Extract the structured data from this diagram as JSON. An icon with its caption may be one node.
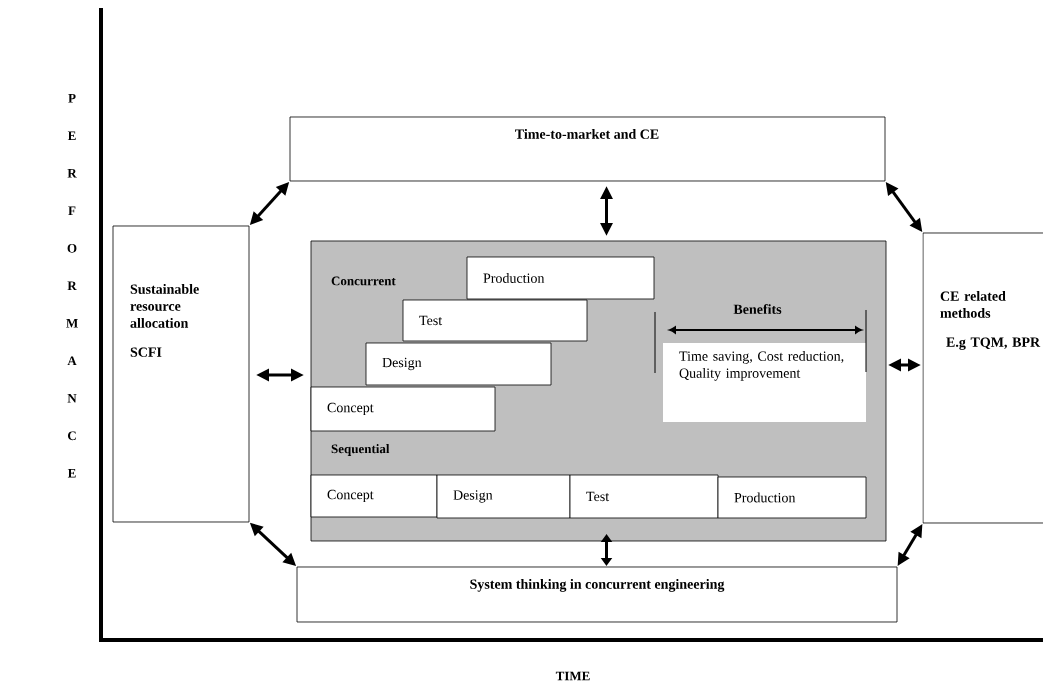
{
  "diagram": {
    "nodes": [
      {
        "text": [
          "Time-to-market and CE"
        ]
      },
      {
        "text": [
          "Sustainable resource allocation",
          "SCFI"
        ]
      },
      {
        "text": [
          "CE related methods",
          "E.g TQM, BPR"
        ]
      },
      {
        "text": [
          "Concurrent",
          "Sequential"
        ]
      },
      {
        "text": [
          "Production"
        ],
        "in": 3
      },
      {
        "text": [
          "Test"
        ],
        "in": 3
      },
      {
        "text": [
          "Design"
        ],
        "in": 3
      },
      {
        "text": [
          "Concept"
        ],
        "in": 3
      },
      {
        "text": [
          "Benefits",
          "Time saving, Cost reduction, Quality improvement"
        ],
        "in": 3
      },
      {
        "text": [
          "Concept"
        ],
        "in": 3
      },
      {
        "text": [
          "Design"
        ],
        "in": 3
      },
      {
        "text": [
          "Test"
        ],
        "in": 3
      },
      {
        "text": [
          "Production"
        ],
        "in": 3
      },
      {
        "text": [
          "System thinking in concurrent engineering"
        ]
      }
    ],
    "edges": [
      {
        "from": 0,
        "to": 1,
        "arrow": "both"
      },
      {
        "from": 0,
        "to": 3,
        "arrow": "both"
      },
      {
        "from": 0,
        "to": 2,
        "arrow": "both"
      },
      {
        "from": 1,
        "to": 3,
        "arrow": "both"
      },
      {
        "from": 3,
        "to": 2,
        "arrow": "both"
      },
      {
        "from": 1,
        "to": 13,
        "arrow": "both"
      },
      {
        "from": 3,
        "to": 13,
        "arrow": "both"
      },
      {
        "from": 2,
        "to": 13,
        "arrow": "both"
      }
    ],
    "labels": [
      "P E R F O R M A N C E",
      "TIME"
    ]
  }
}
